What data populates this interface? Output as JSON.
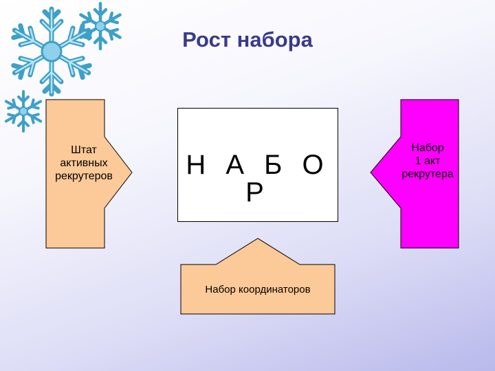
{
  "slide": {
    "title": "Рост набора",
    "center": {
      "text": "Н А Б О Р"
    },
    "left_block": {
      "lines": [
        "Штат",
        "активных",
        "рекрутеров"
      ],
      "color": "#fcc998"
    },
    "right_block": {
      "lines": [
        "Набор",
        "1 акт",
        "рекрутера"
      ],
      "color": "#ff00ff"
    },
    "bottom_block": {
      "text": "Набор координаторов",
      "color": "#fcc998"
    }
  },
  "colors": {
    "title": "#3a3a8a",
    "snowflake": "#62b8d8"
  },
  "decorations": [
    "snowflake-icon",
    "snowflake-icon",
    "snowflake-icon"
  ]
}
